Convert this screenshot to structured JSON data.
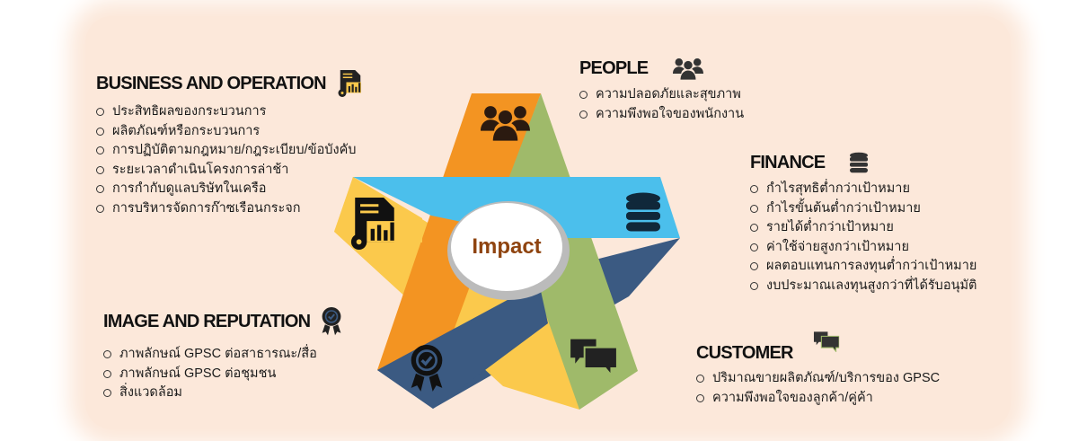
{
  "center_label": "Impact",
  "colors": {
    "orange": "#f39422",
    "green": "#9fba6a",
    "cyan": "#4bbfec",
    "navy": "#3b5a82",
    "yellow": "#fbc94c",
    "center_text": "#8f4410",
    "background": "#fce8da"
  },
  "sections": {
    "business": {
      "title": "BUSINESS AND OPERATION",
      "icon": "report-chart-gear-icon",
      "items": [
        "ประสิทธิผลของกระบวนการ",
        "ผลิตภัณฑ์หรือกระบวนการ",
        "การปฏิบัติตามกฎหมาย/กฎระเบียบ/ข้อบังคับ",
        "ระยะเวลาดำเนินโครงการล่าช้า",
        "การกำกับดูแลบริษัทในเครือ",
        "การบริหารจัดการก๊าซเรือนกระจก"
      ]
    },
    "people": {
      "title": "PEOPLE",
      "icon": "people-group-icon",
      "items": [
        "ความปลอดภัยและสุขภาพ",
        "ความพึงพอใจของพนักงาน"
      ]
    },
    "finance": {
      "title": "FINANCE",
      "icon": "database-icon",
      "items": [
        "กำไรสุทธิต่ำกว่าเป้าหมาย",
        "กำไรขั้นต้นต่ำกว่าเป้าหมาย",
        "รายได้ต่ำกว่าเป้าหมาย",
        "ค่าใช้จ่ายสูงกว่าเป้าหมาย",
        "ผลตอบแทนการลงทุนต่ำกว่าเป้าหมาย",
        "งบประมาณเลงทุนสูงกว่าที่ได้รับอนุมัติ"
      ]
    },
    "image": {
      "title": "IMAGE AND REPUTATION",
      "icon": "award-badge-icon",
      "items": [
        "ภาพลักษณ์ GPSC ต่อสาธารณะ/สื่อ",
        "ภาพลักษณ์ GPSC ต่อชุมชน",
        "สิ่งแวดล้อม"
      ]
    },
    "customer": {
      "title": "CUSTOMER",
      "icon": "chat-bubbles-icon",
      "items": [
        "ปริมาณขายผลิตภัณฑ์/บริการของ GPSC",
        "ความพึงพอใจของลูกค้า/คู่ค้า"
      ]
    }
  }
}
